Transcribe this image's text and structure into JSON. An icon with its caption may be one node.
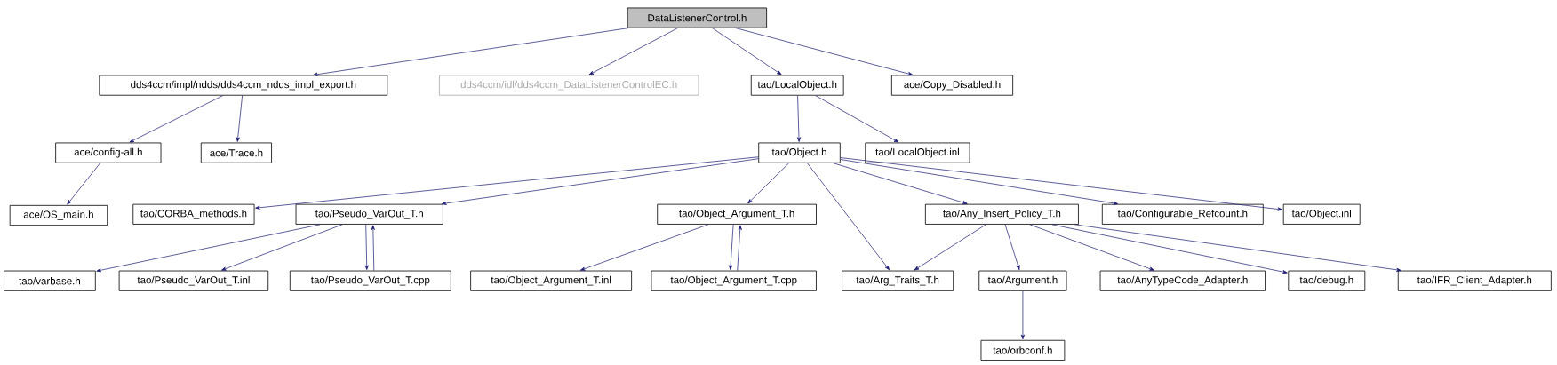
{
  "diagram": {
    "nodes": [
      {
        "text": [
          "DataListenerControl.h"
        ]
      },
      {
        "text": [
          "dds4ccm/impl/ndds/dds4ccm_ndds_impl_export.h"
        ]
      },
      {
        "text": [
          "dds4ccm/idl/dds4ccm_DataListenerControlEC.h"
        ]
      },
      {
        "text": [
          "tao/LocalObject.h"
        ]
      },
      {
        "text": [
          "ace/Copy_Disabled.h"
        ]
      },
      {
        "text": [
          "ace/config-all.h"
        ]
      },
      {
        "text": [
          "ace/Trace.h"
        ]
      },
      {
        "text": [
          "tao/Object.h"
        ]
      },
      {
        "text": [
          "tao/LocalObject.inl"
        ]
      },
      {
        "text": [
          "ace/OS_main.h"
        ]
      },
      {
        "text": [
          "tao/CORBA_methods.h"
        ]
      },
      {
        "text": [
          "tao/Pseudo_VarOut_T.h"
        ]
      },
      {
        "text": [
          "tao/Object_Argument_T.h"
        ]
      },
      {
        "text": [
          "tao/Any_Insert_Policy_T.h"
        ]
      },
      {
        "text": [
          "tao/Configurable_Refcount.h"
        ]
      },
      {
        "text": [
          "tao/Object.inl"
        ]
      },
      {
        "text": [
          "tao/varbase.h"
        ]
      },
      {
        "text": [
          "tao/Pseudo_VarOut_T.inl"
        ]
      },
      {
        "text": [
          "tao/Pseudo_VarOut_T.cpp"
        ]
      },
      {
        "text": [
          "tao/Object_Argument_T.inl"
        ]
      },
      {
        "text": [
          "tao/Object_Argument_T.cpp"
        ]
      },
      {
        "text": [
          "tao/Arg_Traits_T.h"
        ]
      },
      {
        "text": [
          "tao/Argument.h"
        ]
      },
      {
        "text": [
          "tao/AnyTypeCode_Adapter.h"
        ]
      },
      {
        "text": [
          "tao/debug.h"
        ]
      },
      {
        "text": [
          "tao/IFR_Client_Adapter.h"
        ]
      },
      {
        "text": [
          "tao/orbconf.h"
        ]
      }
    ],
    "edges": [
      {
        "from": 0,
        "to": 1,
        "arrow": "to"
      },
      {
        "from": 0,
        "to": 2,
        "arrow": "to"
      },
      {
        "from": 0,
        "to": 3,
        "arrow": "to"
      },
      {
        "from": 0,
        "to": 4,
        "arrow": "to"
      },
      {
        "from": 1,
        "to": 5,
        "arrow": "to"
      },
      {
        "from": 1,
        "to": 6,
        "arrow": "to"
      },
      {
        "from": 5,
        "to": 9,
        "arrow": "to"
      },
      {
        "from": 3,
        "to": 7,
        "arrow": "to"
      },
      {
        "from": 3,
        "to": 8,
        "arrow": "to"
      },
      {
        "from": 7,
        "to": 10,
        "arrow": "to"
      },
      {
        "from": 7,
        "to": 11,
        "arrow": "to"
      },
      {
        "from": 7,
        "to": 12,
        "arrow": "to"
      },
      {
        "from": 7,
        "to": 21,
        "arrow": "to"
      },
      {
        "from": 7,
        "to": 13,
        "arrow": "to"
      },
      {
        "from": 7,
        "to": 14,
        "arrow": "to"
      },
      {
        "from": 7,
        "to": 15,
        "arrow": "to"
      },
      {
        "from": 11,
        "to": 16,
        "arrow": "to"
      },
      {
        "from": 11,
        "to": 17,
        "arrow": "to"
      },
      {
        "from": 11,
        "to": 18,
        "arrow": "to"
      },
      {
        "from": 18,
        "to": 11,
        "arrow": "to"
      },
      {
        "from": 12,
        "to": 19,
        "arrow": "to"
      },
      {
        "from": 12,
        "to": 20,
        "arrow": "to"
      },
      {
        "from": 20,
        "to": 12,
        "arrow": "to"
      },
      {
        "from": 13,
        "to": 21,
        "arrow": "to"
      },
      {
        "from": 13,
        "to": 22,
        "arrow": "to"
      },
      {
        "from": 13,
        "to": 23,
        "arrow": "to"
      },
      {
        "from": 13,
        "to": 24,
        "arrow": "to"
      },
      {
        "from": 13,
        "to": 25,
        "arrow": "to"
      },
      {
        "from": 22,
        "to": 26,
        "arrow": "to"
      }
    ]
  }
}
